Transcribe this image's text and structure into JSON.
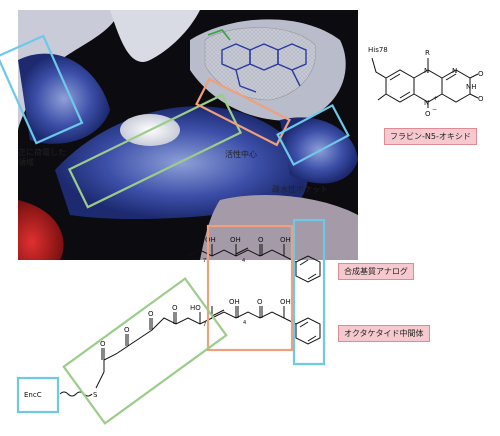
{
  "surface": {
    "label_positive": "正に荷電した\n領域",
    "label_active": "活性中心",
    "label_hydrophobic": "疎水性ポケット"
  },
  "flavin": {
    "his_label": "His78",
    "r_label": "R",
    "n_label": "N",
    "nh_label": "NH",
    "o_label_top": "O",
    "o_label_bottom": "O",
    "n_oxide_label": "N",
    "o_minus_label": "O",
    "plus_label": "+",
    "minus_label": "−",
    "name": "フラビン-N5-オキシド"
  },
  "substrate": {
    "name": "合成基質アナログ",
    "oh_labels": [
      "OH",
      "OH",
      "OH"
    ],
    "o_label": "O",
    "pos7": "7",
    "pos4": "4"
  },
  "octaketide": {
    "name": "オクタケタイド中間体",
    "ho_label": "HO",
    "oh_labels": [
      "OH",
      "OH"
    ],
    "o_labels": [
      "O",
      "O",
      "O",
      "O",
      "O"
    ],
    "pos7": "7",
    "pos4": "4",
    "s_label": "S",
    "enzyme": "EncC"
  },
  "colors": {
    "positive_box": "#6ec8e8",
    "active_box": "#f0a07a",
    "hydrophobic_box": "#6ec8e8",
    "channel_box": "#9ccc8a",
    "tag_fill": "#f6c9cf",
    "tag_border": "#e08a96"
  }
}
